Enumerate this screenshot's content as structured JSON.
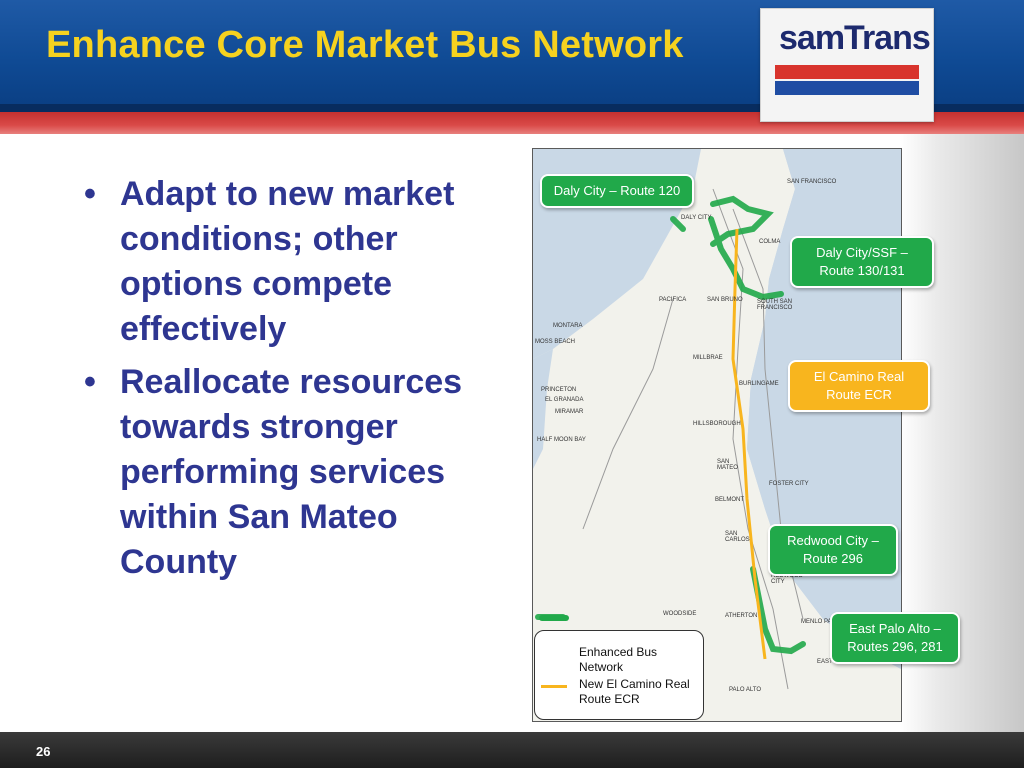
{
  "slide": {
    "title": "Enhance Core Market Bus Network",
    "page_number": "26"
  },
  "logo": {
    "text": "samTrans"
  },
  "bullets": [
    "Adapt to new market conditions; other options compete effectively",
    "Reallocate resources towards stronger performing services within San Mateo County"
  ],
  "callouts": {
    "daly_city_120": "Daly City – Route 120",
    "daly_city_ssf": "Daly City/SSF – Route 130/131",
    "el_camino": "El Camino Real Route ECR",
    "redwood_city": "Redwood City – Route 296",
    "east_palo_alto": "East Palo Alto – Routes 296, 281"
  },
  "legend": {
    "enhanced": "Enhanced Bus Network",
    "ecr": "New El Camino Real Route ECR"
  },
  "map_labels": {
    "san_francisco": "SAN FRANCISCO",
    "daly_city": "DALY CITY",
    "colma": "COLMA",
    "pacifica": "PACIFICA",
    "san_bruno": "SAN BRUNO",
    "south_sf": "SOUTH SAN FRANCISCO",
    "montara": "MONTARA",
    "moss_beach": "MOSS BEACH",
    "millbrae": "MILLBRAE",
    "burlingame": "BURLINGAME",
    "princeton": "PRINCETON",
    "el_granada": "EL GRANADA",
    "miramar": "MIRAMAR",
    "hillsborough": "HILLSBOROUGH",
    "half_moon_bay": "HALF MOON BAY",
    "san_mateo": "SAN MATEO",
    "foster_city": "FOSTER CITY",
    "belmont": "BELMONT",
    "san_carlos": "SAN CARLOS",
    "redwood_city": "REDWOOD CITY",
    "woodside": "WOODSIDE",
    "atherton": "ATHERTON",
    "menlo_park": "MENLO PARK",
    "east": "EAST",
    "palo_alto": "PALO ALTO"
  },
  "colors": {
    "title": "#f6d21f",
    "bullet_text": "#2e3691",
    "route_green": "#21a94a",
    "route_orange": "#f8b51e"
  }
}
